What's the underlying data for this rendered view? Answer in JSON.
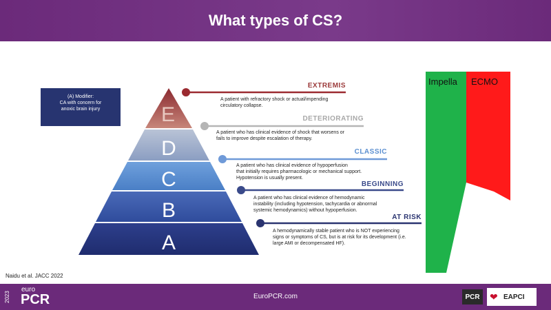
{
  "header": {
    "title": "What types of CS?"
  },
  "modifier": {
    "lines": [
      "(A) Modifier:",
      "CA with concern for",
      "anoxic brain injury"
    ]
  },
  "levels": [
    {
      "letter": "E",
      "title": "EXTREMIS",
      "color": "#9b3a3a",
      "dot": "#9b2a30",
      "desc": [
        "A patient with refractory shock or actual/impending",
        "circulatory collapse."
      ]
    },
    {
      "letter": "D",
      "title": "DETERIORATING",
      "color": "#a8a8a8",
      "dot": "#b5b5b5",
      "desc": [
        "A patient who has clinical evidence of shock that worsens or",
        "fails to improve despite escalation of therapy."
      ]
    },
    {
      "letter": "C",
      "title": "CLASSIC",
      "color": "#5b8fd0",
      "dot": "#6f9ad8",
      "desc": [
        "A patient who has clinical evidence of hypoperfusion",
        "that initially requires pharmacologic or mechanical support.",
        "Hypotension is usually present."
      ]
    },
    {
      "letter": "B",
      "title": "BEGINNING",
      "color": "#3a4a8a",
      "dot": "#3a4a8a",
      "desc": [
        "A patient who has clinical evidence of hemodynamic",
        "instability (including hypotension, tachycardia or abnormal",
        "systemic hemodynamics) without hypoperfusion."
      ]
    },
    {
      "letter": "A",
      "title": "AT RISK",
      "color": "#2a3470",
      "dot": "#2a3470",
      "desc": [
        "A hemodynamically stable patient who is NOT experiencing",
        "signs or symptoms of CS, but is at risk for its development (i.e.",
        "large AMI or decompensated HF)."
      ]
    }
  ],
  "devices": {
    "impella": {
      "label": "Impella",
      "color": "#1fb24a"
    },
    "ecmo": {
      "label": "ECMO",
      "color": "#ff1a1a"
    }
  },
  "citation": "Naidu et al. JACC 2022",
  "footer": {
    "site": "EuroPCR.com",
    "year": "2023",
    "brand_top": "euro",
    "brand": "PCR",
    "logo_pcr": "PCR",
    "logo_eapci": "EAPCI"
  }
}
